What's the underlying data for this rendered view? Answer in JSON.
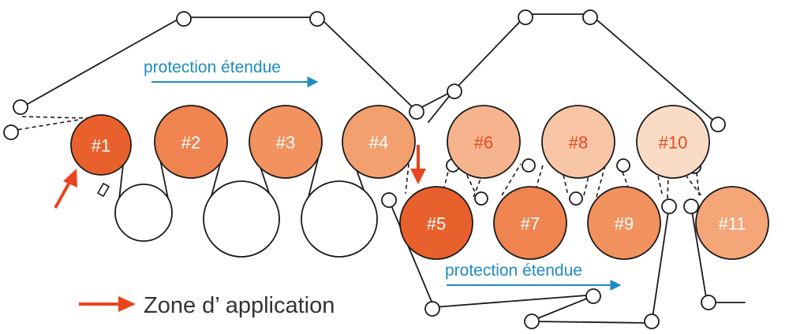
{
  "rollers": [
    {
      "id": "r1",
      "label": "#1",
      "fill": "#e8602c",
      "text_color": "#ffffff"
    },
    {
      "id": "r2",
      "label": "#2",
      "fill": "#ef8450",
      "text_color": "#ffffff"
    },
    {
      "id": "r3",
      "label": "#3",
      "fill": "#f1925f",
      "text_color": "#ffffff"
    },
    {
      "id": "r4",
      "label": "#4",
      "fill": "#f2a06f",
      "text_color": "#ffffff"
    },
    {
      "id": "r5",
      "label": "#5",
      "fill": "#e8602c",
      "text_color": "#ffffff"
    },
    {
      "id": "r6",
      "label": "#6",
      "fill": "#f6b48e",
      "text_color": "#e84a1e"
    },
    {
      "id": "r7",
      "label": "#7",
      "fill": "#ef8450",
      "text_color": "#ffffff"
    },
    {
      "id": "r8",
      "label": "#8",
      "fill": "#f8c5a6",
      "text_color": "#e84a1e"
    },
    {
      "id": "r9",
      "label": "#9",
      "fill": "#f1925f",
      "text_color": "#ffffff"
    },
    {
      "id": "r10",
      "label": "#10",
      "fill": "#fadcc6",
      "text_color": "#e84a1e"
    },
    {
      "id": "r11",
      "label": "#11",
      "fill": "#f4a679",
      "text_color": "#ffffff"
    }
  ],
  "annotations": {
    "protection_top": "protection étendue",
    "protection_bottom": "protection étendue",
    "protection_color": "#1e8bc3",
    "arrow_color": "#e8451e"
  },
  "legend": {
    "text": "Zone d’ application"
  }
}
